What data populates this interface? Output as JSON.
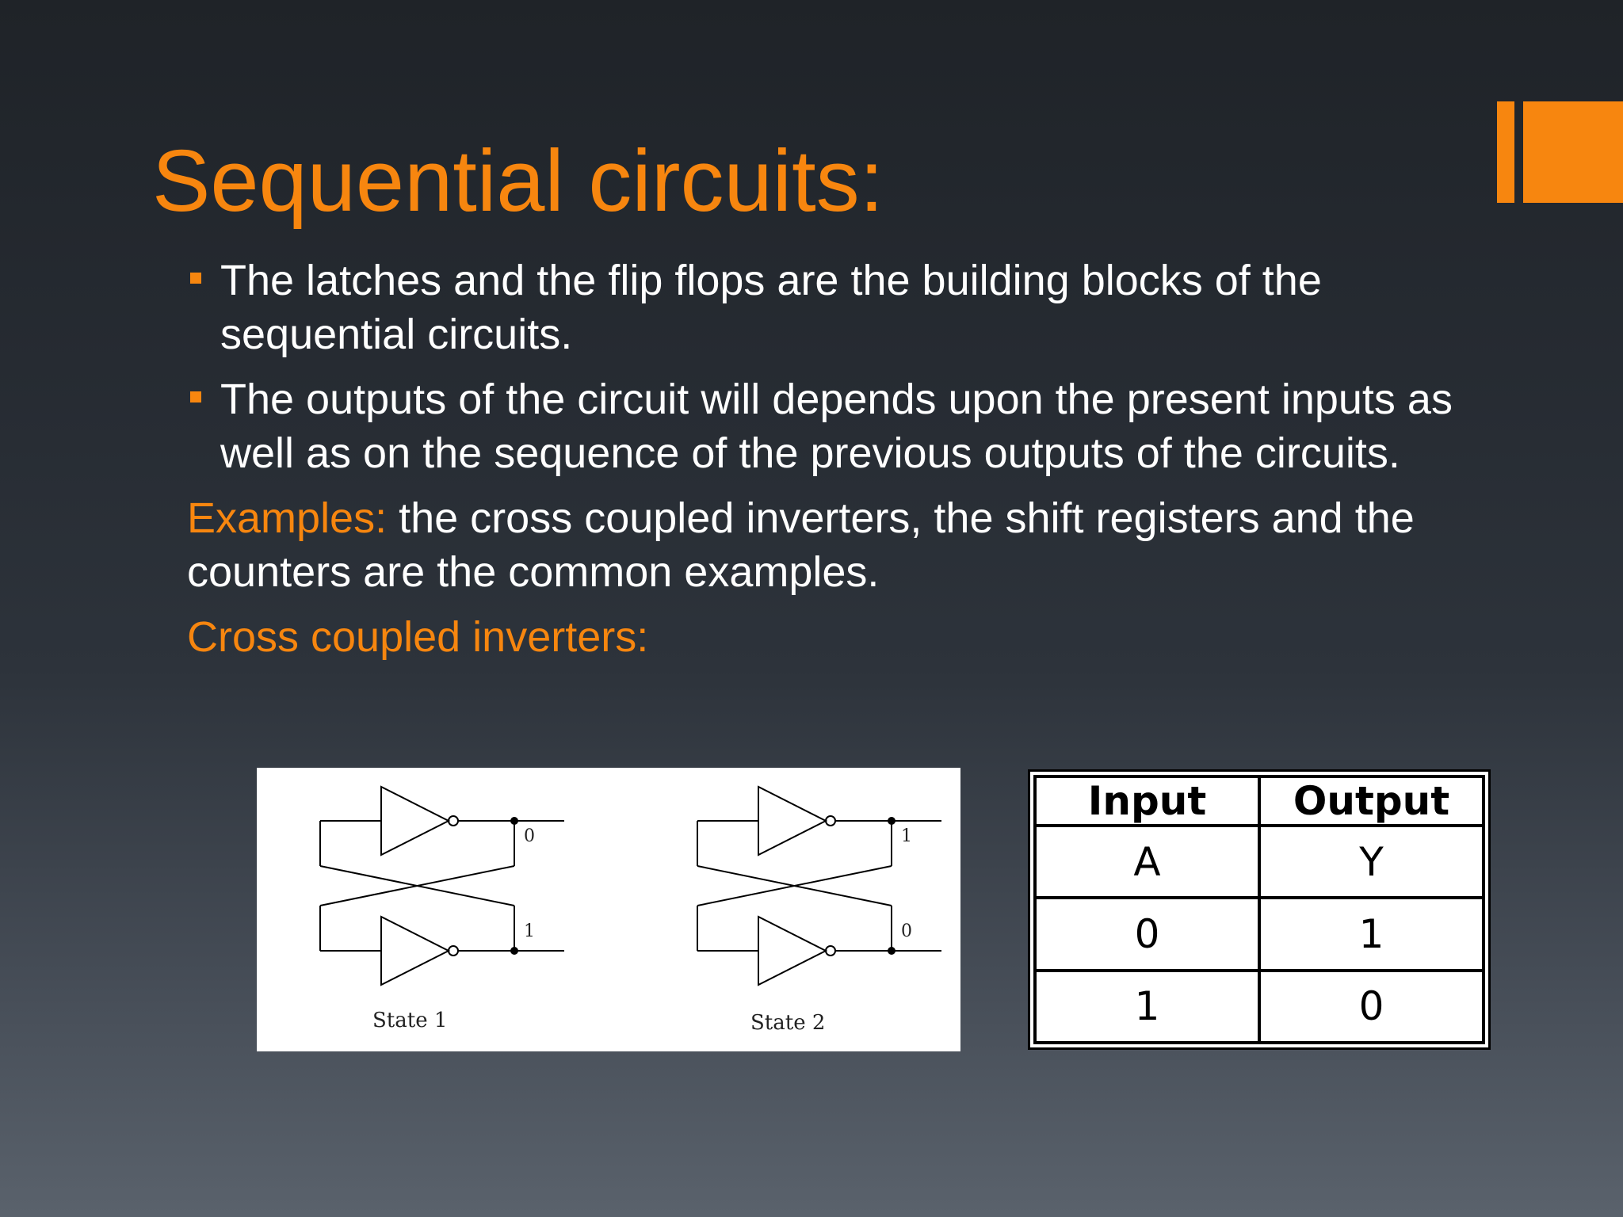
{
  "slide": {
    "title": "Sequential circuits:",
    "bullets": [
      "The latches and the flip flops are the building blocks of the sequential circuits.",
      "The outputs of the circuit will depends upon the present inputs as well as on the sequence of the previous outputs of the circuits."
    ],
    "examples_label": "Examples:",
    "examples_text": " the cross coupled inverters, the shift registers and the counters are the common examples.",
    "subheading": "Cross coupled inverters:",
    "accent_color": "#f7860f"
  },
  "diagram": {
    "states": [
      {
        "caption": "State 1",
        "top_output": "0",
        "bottom_output": "1"
      },
      {
        "caption": "State 2",
        "top_output": "1",
        "bottom_output": "0"
      }
    ]
  },
  "truth_table": {
    "headers": [
      "Input",
      "Output"
    ],
    "rows": [
      [
        "A",
        "Y"
      ],
      [
        "0",
        "1"
      ],
      [
        "1",
        "0"
      ]
    ]
  }
}
